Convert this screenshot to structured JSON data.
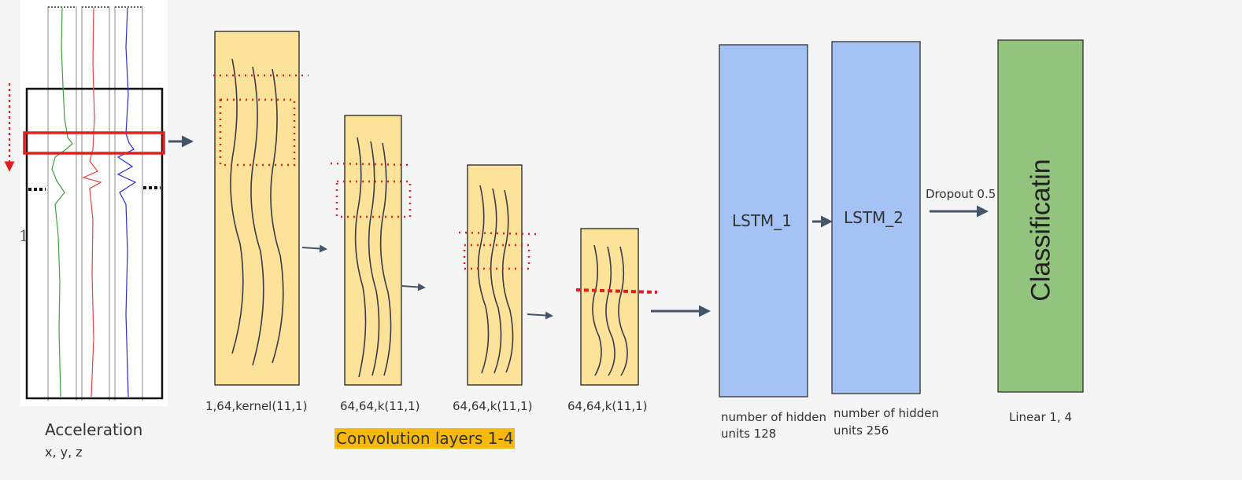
{
  "input": {
    "title": "Acceleration",
    "axes": "x, y, z",
    "stray_mark": "1",
    "colors": {
      "x": "#3aa33a",
      "y": "#e84040",
      "z": "#2b2bd6"
    }
  },
  "conv_layers": [
    {
      "label": "1,64,kernel(11,1)"
    },
    {
      "label": "64,64,k(11,1)"
    },
    {
      "label": "64,64,k(11,1)"
    },
    {
      "label": "64,64,k(11,1)"
    }
  ],
  "conv_group_label": "Convolution layers 1-4",
  "lstm_1": {
    "name": "LSTM_1",
    "caption_line1": "number of hidden",
    "caption_line2": "units 128"
  },
  "lstm_2": {
    "name": "LSTM_2",
    "caption_line1": "number of hidden",
    "caption_line2": "units 256"
  },
  "dropout_label": "Dropout 0.5",
  "classifier": {
    "name": "Classificatin",
    "caption": "Linear 1, 4"
  },
  "colors": {
    "conv_fill": "#fde39a",
    "lstm_fill": "#a4c2f4",
    "class_fill": "#93c47d",
    "arrow": "#44546a",
    "highlight": "#f6b90c",
    "window": "#e02020"
  }
}
